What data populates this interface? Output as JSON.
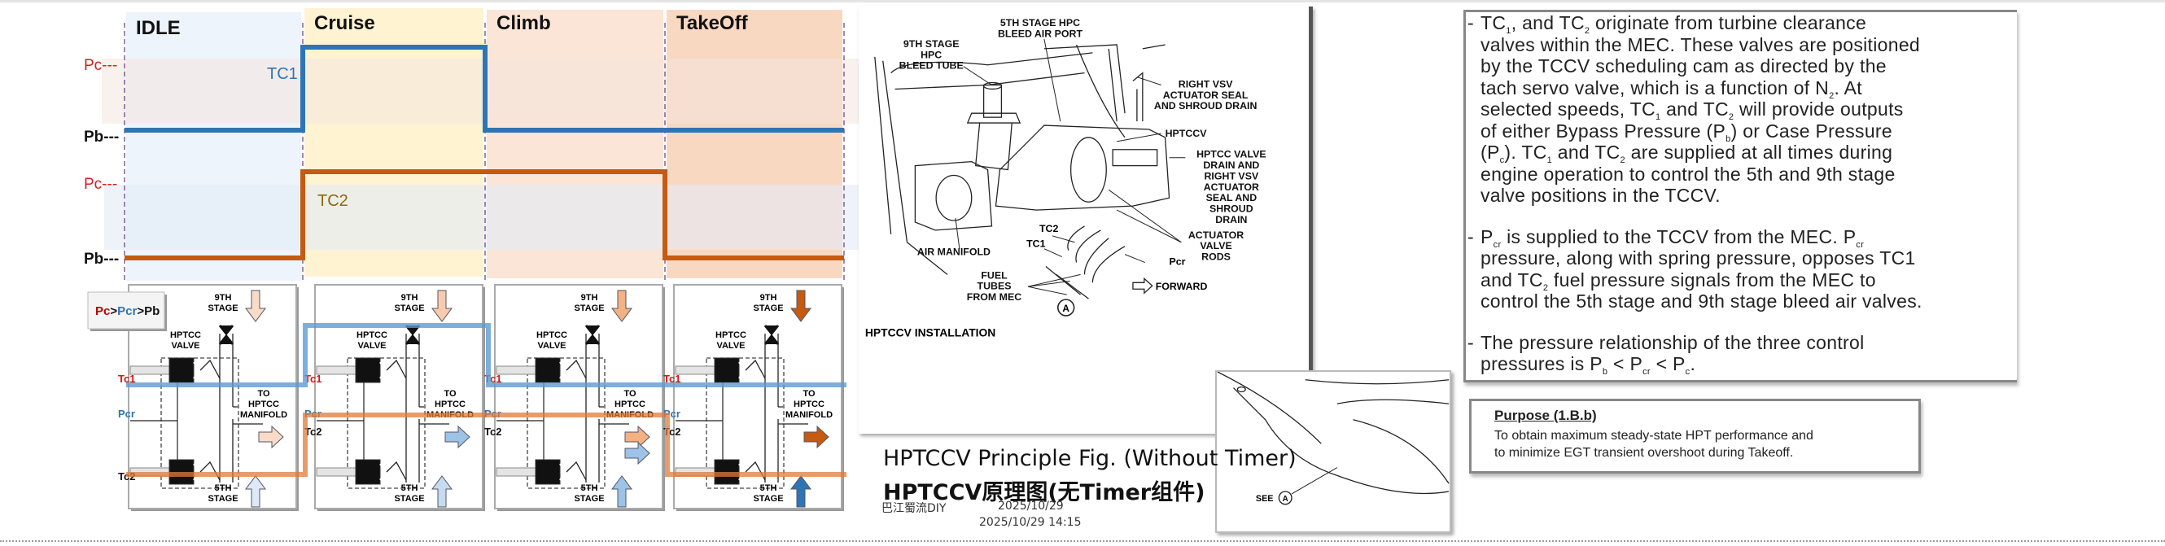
{
  "chart_data": {
    "type": "line",
    "phases": [
      "IDLE",
      "Cruise",
      "Climb",
      "TakeOff"
    ],
    "phase_colors": [
      "#eef4fc",
      "#fff3d2",
      "#fbe5d6",
      "#f9d8c2"
    ],
    "y_levels": [
      "Pb",
      "Pc"
    ],
    "level_labels": {
      "pc": "Pc---",
      "pb": "Pb---"
    },
    "series": [
      {
        "name": "TC1",
        "color": "#2e75b6",
        "values": [
          "Pb",
          "Pc",
          "Pb",
          "Pb"
        ]
      },
      {
        "name": "TC2",
        "color": "#c55a11",
        "values": [
          "Pb",
          "Pc",
          "Pc",
          "Pb"
        ]
      }
    ]
  },
  "panels": {
    "legend": {
      "pc": "Pc",
      "gt1": ">",
      "pcr": "Pcr",
      "gt2": ">",
      "pb": "Pb"
    },
    "labels": {
      "stage9a": "9TH",
      "stage9b": "STAGE",
      "valve_a": "HPTCC",
      "valve_b": "VALVE",
      "to": "TO",
      "manifold_a": "HPTCC",
      "manifold_b": "MANIFOLD",
      "stage5a": "5TH",
      "stage5b": "STAGE",
      "tc1": "Tc1",
      "pcr": "Pcr",
      "tc2": "Tc2"
    },
    "arrow_colors": [
      {
        "in9": "#f8dcc8",
        "out": [
          "#f8dcc8"
        ],
        "in5": "#dde9f6"
      },
      {
        "in9": "#f8cbad",
        "out": [
          "#9dc3e6"
        ],
        "in5": "#c5dbf0"
      },
      {
        "in9": "#f4b183",
        "out": [
          "#f4b183",
          "#9dc3e6"
        ],
        "in5": "#9dc3e6"
      },
      {
        "in9": "#c55a11",
        "out": [
          "#c55a11"
        ],
        "in5": "#2e75b6"
      }
    ]
  },
  "installation": {
    "title": "HPTCCV INSTALLATION",
    "callouts": {
      "port": [
        "5TH STAGE HPC",
        "BLEED AIR PORT"
      ],
      "tube": [
        "9TH STAGE",
        "HPC",
        "BLEED TUBE"
      ],
      "vsv": [
        "RIGHT VSV",
        "ACTUATOR SEAL",
        "AND SHROUD DRAIN"
      ],
      "hptccv": [
        "HPTCCV"
      ],
      "drain": [
        "HPTCC VALVE",
        "DRAIN AND",
        "RIGHT VSV",
        "ACTUATOR",
        "SEAL AND",
        "SHROUD",
        "DRAIN"
      ],
      "rods": [
        "ACTUATOR",
        "VALVE",
        "RODS"
      ],
      "manifold": [
        "AIR MANIFOLD"
      ],
      "fuel": [
        "FUEL",
        "TUBES",
        "FROM MEC"
      ],
      "tc2": "TC2",
      "tc1": "TC1",
      "pcr": "Pcr",
      "forward": "FORWARD",
      "view": "A"
    },
    "see_label": "SEE",
    "see_view": "A"
  },
  "caption": {
    "line1": "HPTCCV Principle Fig. (Without Timer)",
    "line2": "HPTCCV原理图(无Timer组件)",
    "author": "巴江蜀流DIY",
    "date": "2025/10/29",
    "datetime": "2025/10/29 14:15"
  },
  "notes": {
    "paragraphs": [
      [
        [
          "TC",
          {
            "s": "1"
          },
          ", and TC",
          {
            "s": "2"
          },
          " originate from turbine clearance"
        ],
        [
          "valves within the MEC.  These valves are positioned"
        ],
        [
          "by the TCCV scheduling cam as directed by the"
        ],
        [
          "tach servo valve, which is a function of N",
          {
            "s": "2"
          },
          ".  At"
        ],
        [
          "selected speeds, TC",
          {
            "s": "1"
          },
          " and TC",
          {
            "s": "2"
          },
          " will provide outputs"
        ],
        [
          "of either Bypass Pressure (P",
          {
            "s": "b"
          },
          ") or Case Pressure"
        ],
        [
          "(P",
          {
            "s": "c"
          },
          ").  TC",
          {
            "s": "1"
          },
          " and TC",
          {
            "s": "2"
          },
          " are supplied at all times during"
        ],
        [
          "engine operation to control the 5th and 9th stage"
        ],
        [
          "valve positions in the TCCV."
        ]
      ],
      [
        [
          "P",
          {
            "s": "cr"
          },
          " is supplied to the TCCV from the MEC.  P",
          {
            "s": "cr"
          }
        ],
        [
          "pressure, along with spring pressure, opposes TC1"
        ],
        [
          "and TC",
          {
            "s": "2"
          },
          " fuel pressure signals from the MEC to"
        ],
        [
          "control the 5th stage and 9th stage bleed air valves."
        ]
      ],
      [
        [
          "The pressure relationship of the three control"
        ],
        [
          "pressures is P",
          {
            "s": "b"
          },
          " < P",
          {
            "s": "cr"
          },
          " < P",
          {
            "s": "c"
          },
          "."
        ]
      ]
    ]
  },
  "purpose": {
    "heading": "Purpose (1.B.b)",
    "line1": "To obtain maximum steady-state HPT performance and",
    "line2": "to minimize EGT transient overshoot during Takeoff."
  }
}
